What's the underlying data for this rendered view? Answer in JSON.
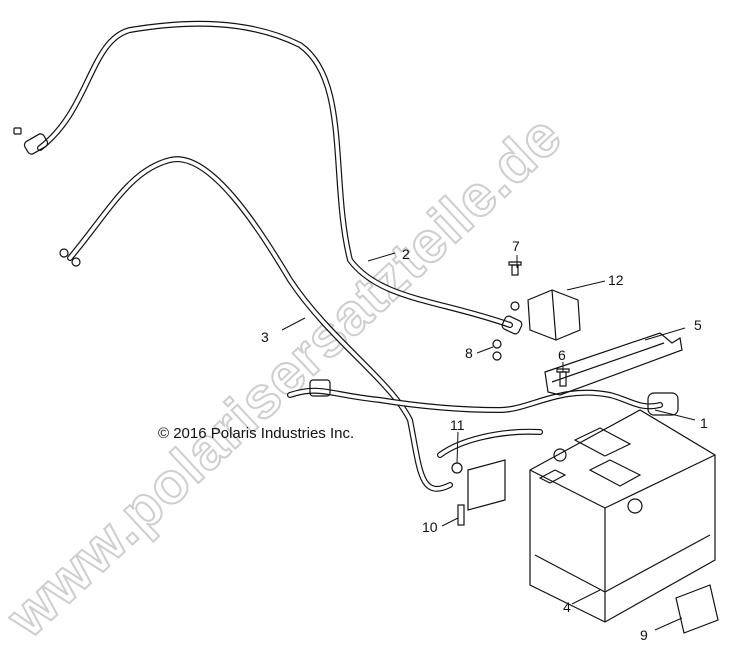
{
  "watermark": "www.polarisersatzteile.de",
  "copyright": "© 2016 Polaris Industries Inc.",
  "callouts": {
    "c1": "1",
    "c2": "2",
    "c3": "3",
    "c4": "4",
    "c5": "5",
    "c6": "6",
    "c7": "7",
    "c8": "8",
    "c9": "9",
    "c10": "10",
    "c11": "11",
    "c12": "12"
  }
}
